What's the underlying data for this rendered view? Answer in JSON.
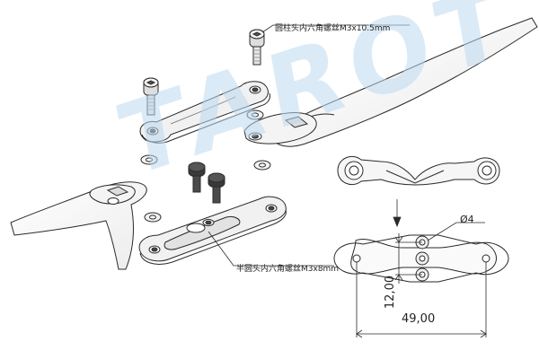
{
  "diagram": {
    "watermark_logo": "TAROT",
    "callouts": {
      "top_screw": "圆柱头内六角螺丝M3x10.5mm",
      "bottom_screw": "半圆头内六角螺丝M3x8mm"
    },
    "dimensions": {
      "hole_diameter": "Ø4",
      "overall_width": "49,00",
      "hole_spacing": "12,00"
    }
  },
  "colors": {
    "line": "#2a2a2a",
    "blade_fill": "#fafafa",
    "part_fill": "#f1f1f1",
    "watermark": "#bcd9ef"
  }
}
